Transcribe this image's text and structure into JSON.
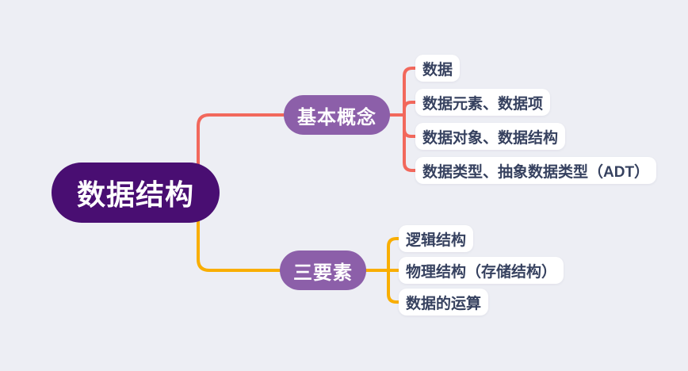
{
  "mindmap": {
    "background_color": "#edeef4",
    "root": {
      "label": "数据结构",
      "fill_color": "#490e72",
      "text_color": "#ffffff"
    },
    "branches": [
      {
        "label": "基本概念",
        "fill_color": "#8c5fa9",
        "text_color": "#ffffff",
        "line_color": "#f2685c",
        "children": [
          {
            "label": "数据"
          },
          {
            "label": "数据元素、数据项"
          },
          {
            "label": "数据对象、数据结构"
          },
          {
            "label": "数据类型、抽象数据类型（ADT）"
          }
        ]
      },
      {
        "label": "三要素",
        "fill_color": "#8c5fa9",
        "text_color": "#ffffff",
        "line_color": "#f9ae00",
        "children": [
          {
            "label": "逻辑结构"
          },
          {
            "label": "物理结构（存储结构）"
          },
          {
            "label": "数据的运算"
          }
        ]
      }
    ],
    "leaf_style": {
      "fill_color": "#ffffff",
      "text_color": "#36415f"
    }
  }
}
